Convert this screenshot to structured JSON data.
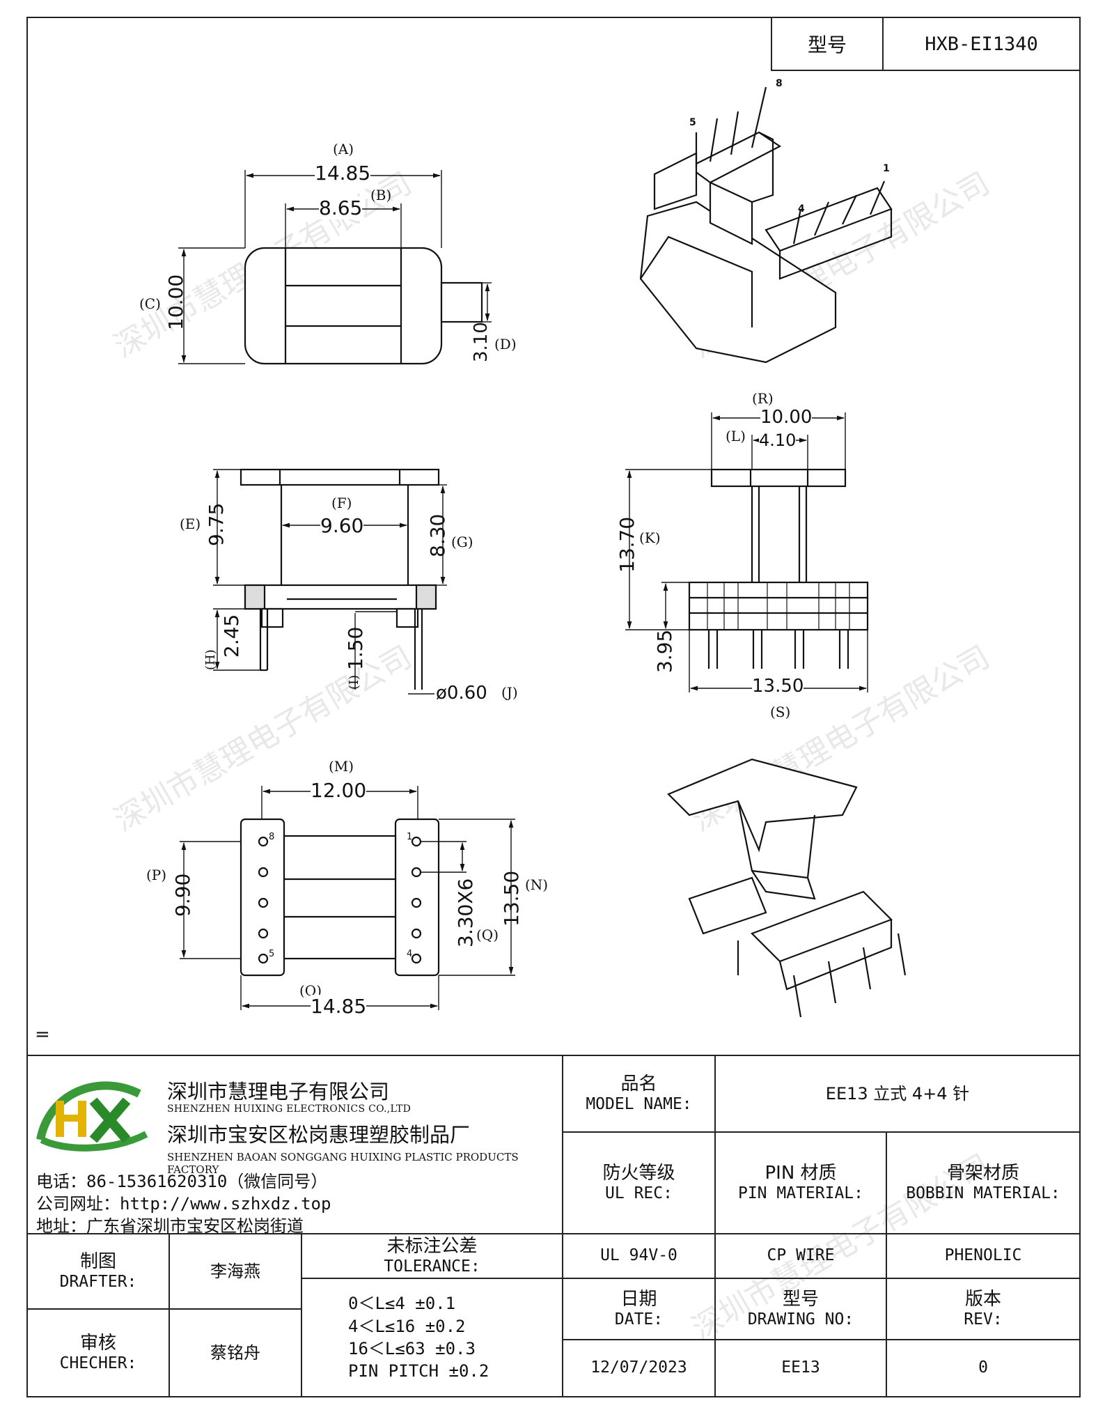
{
  "header": {
    "type_label": "型号",
    "type_value": "HXB-EI1340"
  },
  "dims": {
    "A": {
      "value": "14.85",
      "tag": "(A)"
    },
    "B": {
      "value": "8.65",
      "tag": "(B)"
    },
    "C": {
      "value": "10.00",
      "tag": "(C)"
    },
    "D": {
      "value": "3.10",
      "tag": "(D)"
    },
    "E": {
      "value": "9.75",
      "tag": "(E)"
    },
    "F": {
      "value": "9.60",
      "tag": "(F)"
    },
    "G": {
      "value": "8.30",
      "tag": "(G)"
    },
    "H": {
      "value": "2.45",
      "tag": "(H)"
    },
    "I": {
      "value": "1.50",
      "tag": "(I)"
    },
    "J": {
      "value": "ø0.60",
      "tag": "(J)"
    },
    "R": {
      "value": "10.00",
      "tag": "(R)"
    },
    "L": {
      "value": "4.10",
      "tag": "(L)"
    },
    "K": {
      "value": "13.70",
      "tag": "(K)"
    },
    "K2": {
      "value": "3.95"
    },
    "S": {
      "value": "13.50",
      "tag": "(S)"
    },
    "M": {
      "value": "12.00",
      "tag": "(M)"
    },
    "P": {
      "value": "9.90",
      "tag": "(P)"
    },
    "Q": {
      "value": "3.30X6",
      "tag": "(Q)"
    },
    "N": {
      "value": "13.50",
      "tag": "(N)"
    },
    "O": {
      "value": "14.85",
      "tag": "(O)"
    }
  },
  "pins": {
    "p1": "1",
    "p4": "4",
    "p5": "5",
    "p8": "8"
  },
  "separator": "=",
  "company": {
    "name_cn": "深圳市慧理电子有限公司",
    "name_en": "SHENZHEN HUIXING ELECTRONICS CO.,LTD",
    "factory_cn": "深圳市宝安区松岗惠理塑胶制品厂",
    "factory_en": "SHENZHEN BAOAN SONGGANG HUIXING PLASTIC PRODUCTS FACTORY",
    "phone": "电话：86-15361620310（微信同号）",
    "website": "公司网址：http://www.szhxdz.top",
    "address": "地址：广东省深圳市宝安区松岗街道"
  },
  "title_block": {
    "model_name_cn": "品名",
    "model_name_en": "MODEL NAME:",
    "model_name_value": "EE13 立式 4+4 针",
    "ul_cn": "防火等级",
    "ul_en": "UL REC:",
    "pin_cn": "PIN 材质",
    "pin_en": "PIN MATERIAL:",
    "bobbin_cn": "骨架材质",
    "bobbin_en": "BOBBIN MATERIAL:",
    "ul_value": "UL 94V-0",
    "pin_value": "CP WIRE",
    "bobbin_value": "PHENOLIC",
    "drafter_cn": "制图",
    "drafter_en": "DRAFTER:",
    "drafter_value": "李海燕",
    "checker_cn": "审核",
    "checker_en": "CHECHER:",
    "checker_value": "蔡铭舟",
    "tol_cn": "未标注公差",
    "tol_en": "TOLERANCE:",
    "tol_lines": [
      "0＜L≤4  ±0.1",
      "4＜L≤16 ±0.2",
      "16＜L≤63 ±0.3",
      "PIN PITCH ±0.2"
    ],
    "date_cn": "日期",
    "date_en": "DATE:",
    "drawing_cn": "型号",
    "drawing_en": "DRAWING NO:",
    "rev_cn": "版本",
    "rev_en": "REV:",
    "date_value": "12/07/2023",
    "drawing_value": "EE13",
    "rev_value": "0"
  },
  "watermark": "深圳市慧理电子有限公司"
}
